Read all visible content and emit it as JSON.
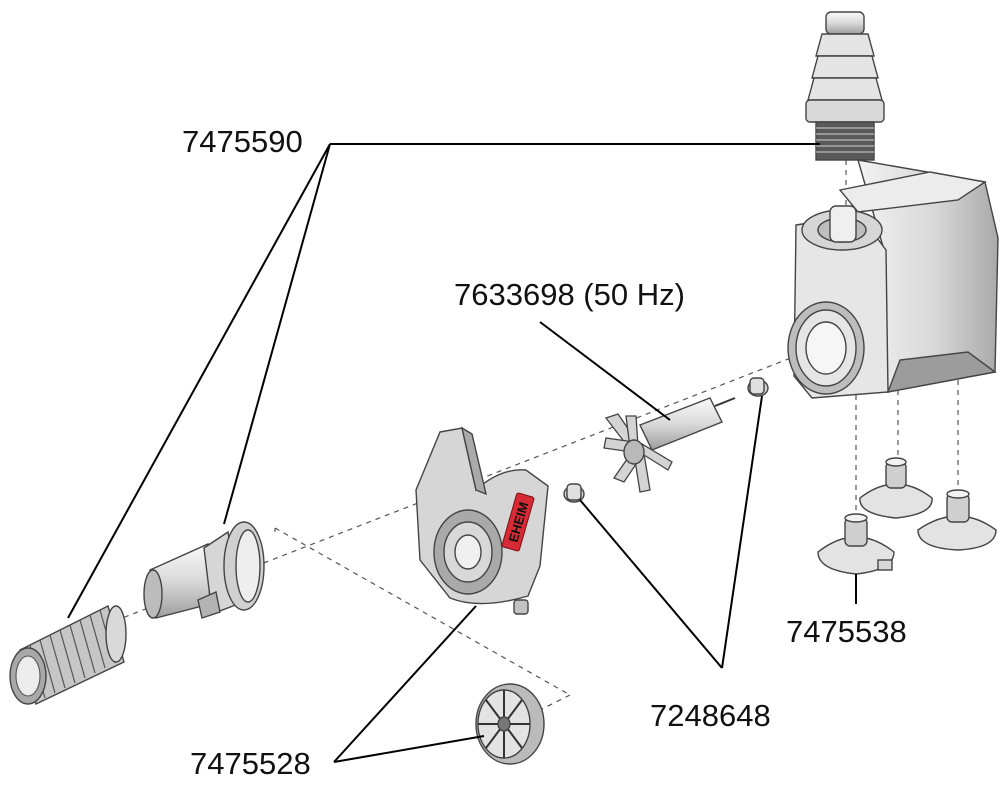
{
  "diagram": {
    "part_numbers": {
      "outlet_adapter_and_intake": "7475590",
      "impeller": "7633698 (50 Hz)",
      "suction_cups": "7475538",
      "bearings": "7248648",
      "filter_cover": "7475528"
    },
    "brand_mark": "EHEIM",
    "colors": {
      "body": "#d9d9d9",
      "body_shade": "#b5b5b5",
      "dark": "#444444",
      "brand_red": "#d62b34",
      "line": "#000000"
    }
  }
}
